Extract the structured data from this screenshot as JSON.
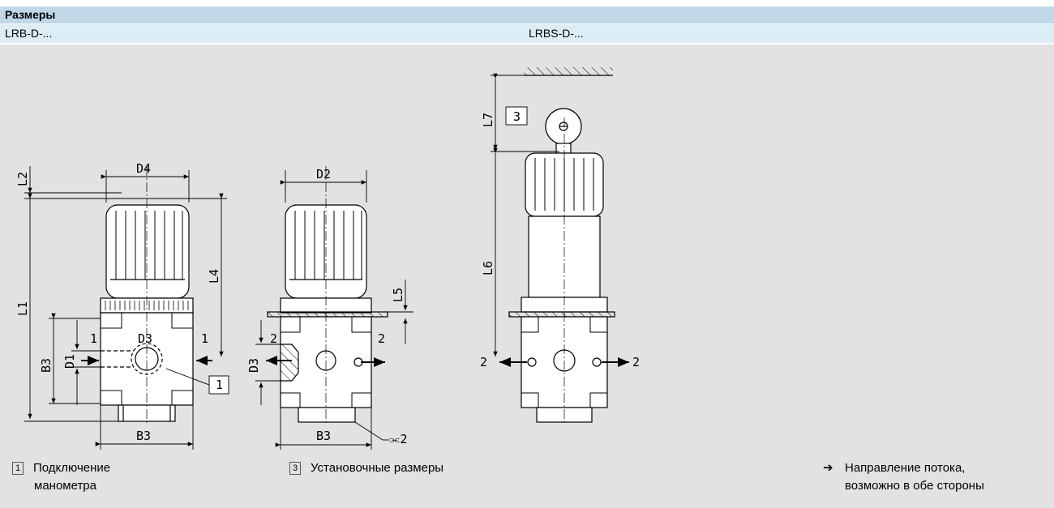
{
  "header": {
    "title": "Размеры"
  },
  "variants": {
    "left": "LRB-D-...",
    "right": "LRBS-D-..."
  },
  "dimensions": {
    "D4": "D4",
    "D2": "D2",
    "D3": "D3",
    "D1": "D1",
    "L1": "L1",
    "L2": "L2",
    "L4": "L4",
    "L5": "L5",
    "L6": "L6",
    "L7": "L7",
    "B3": "B3",
    "port_1": "1",
    "port_2": "2",
    "wrench": "⫘2",
    "callout_1": "1",
    "callout_3": "3"
  },
  "legend": {
    "item1_num": "1",
    "item1_line1": "Подключение",
    "item1_line2": "манометра",
    "item3_num": "3",
    "item3_text": "Установочные размеры",
    "arrow_symbol": "➔",
    "arrow_line1": "Направление потока,",
    "arrow_line2": "возможно в обе стороны"
  }
}
